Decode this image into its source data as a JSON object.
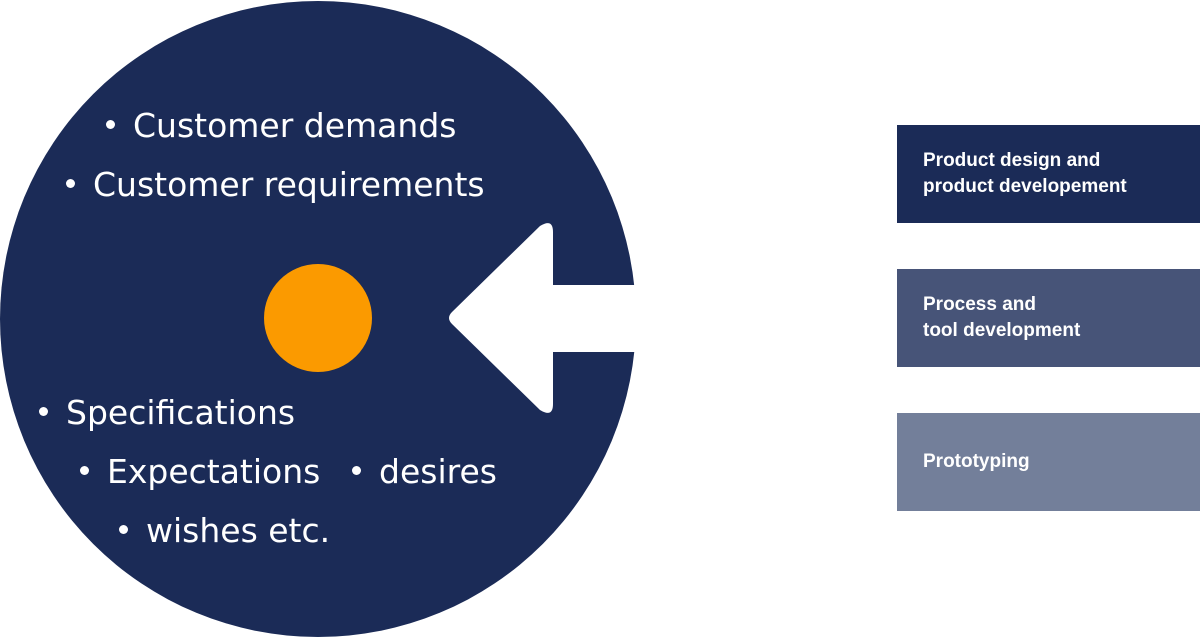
{
  "colors": {
    "circle": "#1b2b57",
    "center_dot": "#fb9a00",
    "arrow": "#ffffff",
    "box1": "#1b2b57",
    "box2": "#475478",
    "box3": "#737f9a"
  },
  "circle_items": [
    {
      "label": "Customer demands"
    },
    {
      "label": "Customer requirements"
    },
    {
      "label": "Specifications"
    },
    {
      "label": "Expectations"
    },
    {
      "label": "desires"
    },
    {
      "label": "wishes etc."
    }
  ],
  "boxes": [
    {
      "line1": "Product design and",
      "line2": "product developement"
    },
    {
      "line1": "Process and",
      "line2": "tool development"
    },
    {
      "line1": "Prototyping",
      "line2": ""
    }
  ]
}
